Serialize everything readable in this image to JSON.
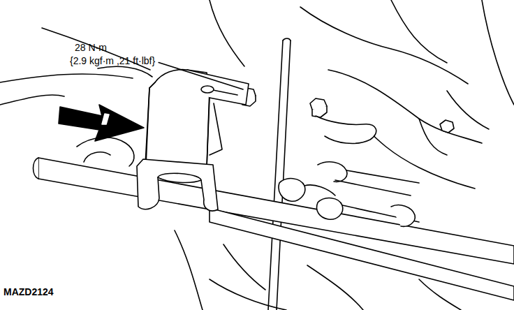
{
  "diagram": {
    "labels": [
      "28 N·m",
      "{2.9 kgf·m ,21 ft·lbf}",
      "MAZD2124"
    ]
  }
}
